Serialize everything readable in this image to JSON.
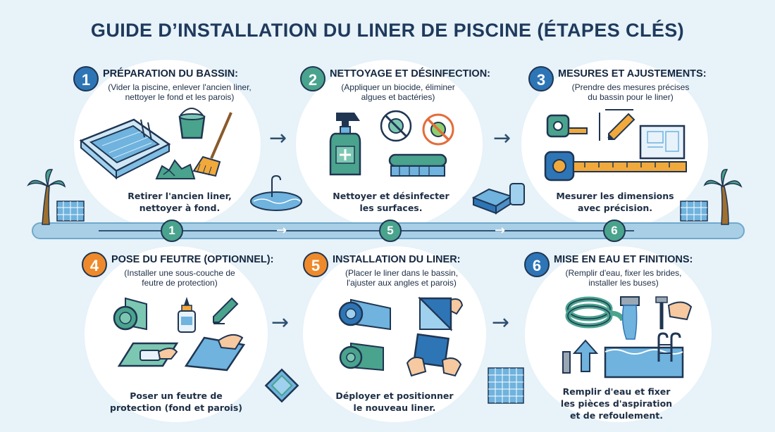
{
  "title": "GUIDE D’INSTALLATION DU LINER DE PISCINE (ÉTAPES CLÉS)",
  "colors": {
    "blue": "#2e75b6",
    "green": "#4aa38d",
    "orange": "#ef8a2c",
    "navy": "#1f3552"
  },
  "steps": [
    {
      "num": "1",
      "title": "PRÉPARATION DU BASSIN:",
      "desc": [
        "(Vider la piscine, enlever l'ancien liner,",
        "nettoyer le fond et les parois)"
      ],
      "caption": [
        "Retirer l'ancien liner,",
        "nettoyer à fond."
      ]
    },
    {
      "num": "2",
      "title": "NETTOYAGE ET DÉSINFECTION:",
      "desc": [
        "(Appliquer un biocide, éliminer",
        "algues et bactéries)"
      ],
      "caption": [
        "Nettoyer et désinfecter",
        "les surfaces."
      ]
    },
    {
      "num": "3",
      "title": "MESURES ET AJUSTEMENTS:",
      "desc": [
        "(Prendre des mesures précises",
        "du bassin pour le liner)"
      ],
      "caption": [
        "Mesurer les dimensions",
        "avec précision."
      ]
    },
    {
      "num": "4",
      "title": "POSE DU FEUTRE (OPTIONNEL):",
      "desc": [
        "(Installer une sous-couche de",
        "feutre de protection)"
      ],
      "caption": [
        "Poser un feutre de",
        "protection (fond et parois)"
      ]
    },
    {
      "num": "5",
      "title": "INSTALLATION DU LINER:",
      "desc": [
        "(Placer le liner dans le bassin,",
        "l'ajuster aux angles et parois)"
      ],
      "caption": [
        "Déployer et positionner",
        "le nouveau liner."
      ]
    },
    {
      "num": "6",
      "title": "MISE EN EAU ET FINITIONS:",
      "desc": [
        "(Remplir d'eau, fixer les brides,",
        "installer les buses)"
      ],
      "caption": [
        "Remplir d'eau et fixer",
        "les pièces d'aspiration",
        "et de refoulement."
      ]
    }
  ],
  "timeline": {
    "nodes": [
      "1",
      "5",
      "6"
    ]
  },
  "arrow_glyph": "→"
}
